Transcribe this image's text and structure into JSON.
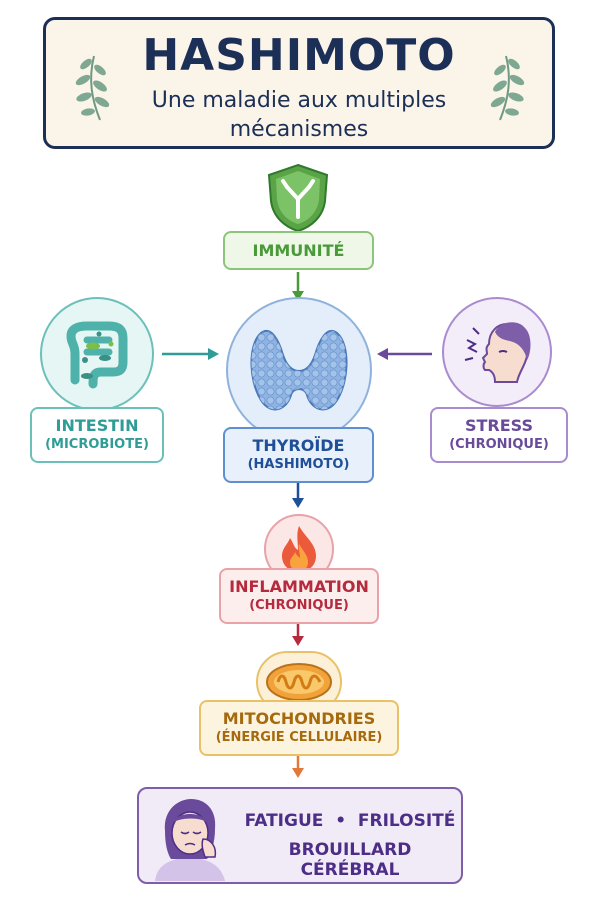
{
  "header": {
    "title": "HASHIMOTO",
    "subtitle": "Une maladie aux multiples mécanismes"
  },
  "nodes": {
    "immunite": {
      "label": "IMMUNITÉ",
      "icon": "antibody-shield-icon",
      "color": "#4a9a3a"
    },
    "intestin": {
      "label": "INTESTIN",
      "sublabel": "(MICROBIOTE)",
      "icon": "intestine-icon",
      "color": "#2f9c96"
    },
    "thyroide": {
      "label": "THYROÏDE",
      "sublabel": "(HASHIMOTO)",
      "icon": "thyroid-icon",
      "color": "#1f4f96"
    },
    "stress": {
      "label": "STRESS",
      "sublabel": "(CHRONIQUE)",
      "icon": "stressed-head-icon",
      "color": "#6a4a9a"
    },
    "inflammation": {
      "label": "INFLAMMATION",
      "sublabel": "(CHRONIQUE)",
      "icon": "flame-icon",
      "color": "#b52a3c"
    },
    "mitochondries": {
      "label": "MITOCHONDRIES",
      "sublabel": "(ÉNERGIE CELLULAIRE)",
      "icon": "mitochondria-icon",
      "color": "#a66a0e"
    }
  },
  "symptoms": {
    "line1": "FATIGUE  •  FRILOSITÉ",
    "line2": "BROUILLARD CÉRÉBRAL",
    "icon": "tired-woman-icon",
    "color": "#4d2e86"
  }
}
